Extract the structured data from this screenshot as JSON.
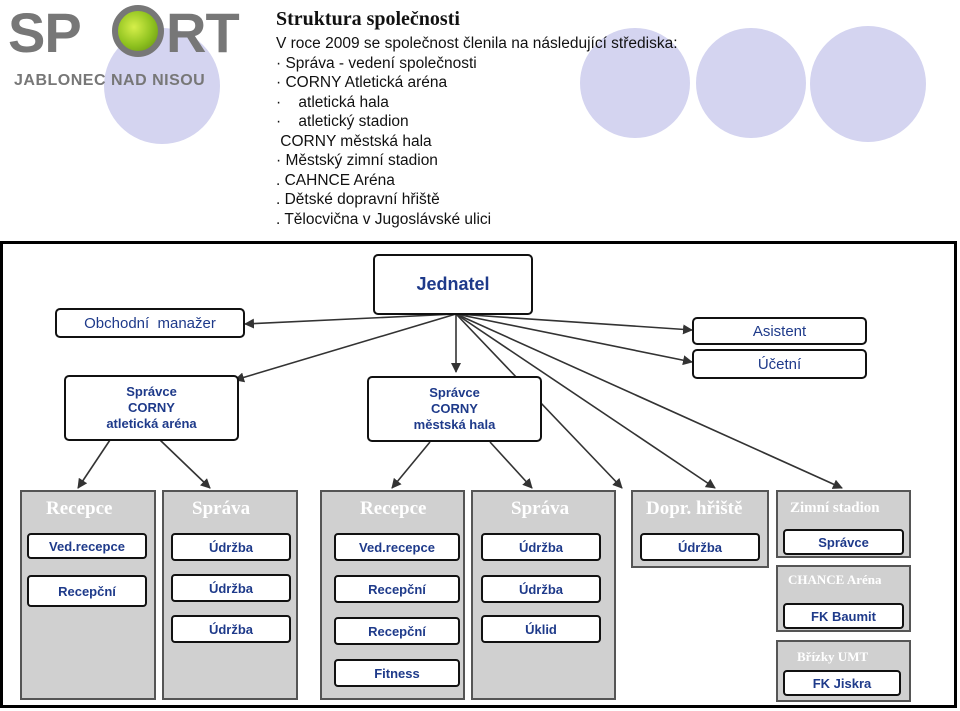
{
  "logo": {
    "word_left": "SP",
    "word_right": "RT",
    "subtitle": "JABLONEC NAD NISOU"
  },
  "header": {
    "title": "Struktura společnosti",
    "lines": [
      "V roce 2009 se společnost členila na následující střediska:",
      "· Správa - vedení společnosti",
      "· CORNY Atletická aréna",
      "·    atletická hala",
      "·    atletický stadion",
      " CORNY městská hala",
      "· Městský zimní stadion",
      ". CAHNCE Aréna",
      ". Dětské dopravní hřiště",
      ". Tělocvična v Jugoslávské ulici"
    ]
  },
  "org": {
    "ceo": "Jednatel",
    "sales": "Obchodní  manažer",
    "assistant": "Asistent",
    "accountant": "Účetní",
    "admin_arena": [
      "Správce",
      "CORNY",
      "atletická aréna"
    ],
    "admin_hall": [
      "Správce",
      "CORNY",
      "městská hala"
    ],
    "columns": [
      {
        "head": "Recepce",
        "items": [
          "Ved.recepce",
          "Recepční"
        ]
      },
      {
        "head": "Správa",
        "items": [
          "Údržba",
          "Údržba",
          "Údržba"
        ]
      },
      {
        "head": "Recepce",
        "items": [
          "Ved.recepce",
          "Recepční",
          "Recepční",
          "Fitness"
        ]
      },
      {
        "head": "Správa",
        "items": [
          "Údržba",
          "Údržba",
          "Úklid"
        ]
      },
      {
        "head": "Dopr. hřiště",
        "items": [
          "Údržba"
        ]
      },
      {
        "head": "Zimní stadion",
        "items": [
          "Správce"
        ]
      },
      {
        "head": "CHANCE Aréna",
        "items": [
          "FK Baumit"
        ]
      },
      {
        "head": "Břízky UMT",
        "items": [
          "FK Jiskra"
        ]
      }
    ]
  },
  "colors": {
    "box_text": "#1e3a8a",
    "column_fill": "#d0d0d0",
    "decor_circle": "#d4d4f0"
  }
}
